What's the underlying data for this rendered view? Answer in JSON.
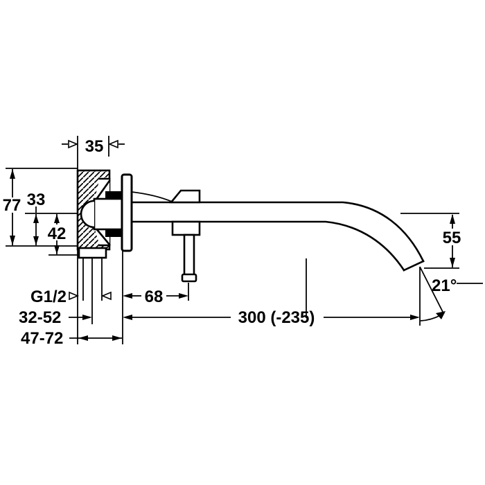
{
  "drawing": {
    "background_color": "#ffffff",
    "line_color": "#000000",
    "description": "Wall-mounted basin mixer installation dimension drawing, side section view",
    "labels": {
      "wall_thickness": "35",
      "body_height": "77",
      "axis_to_body_bottom": "33",
      "axis_to_connection_bottom": "42",
      "connection_thread": "G1/2",
      "plate_to_handle": "68",
      "install_depth_range_1": "32-52",
      "install_depth_range_2": "47-72",
      "spout_projection": "300 (-235)",
      "spout_drop": "55",
      "outlet_angle": "21°"
    }
  }
}
